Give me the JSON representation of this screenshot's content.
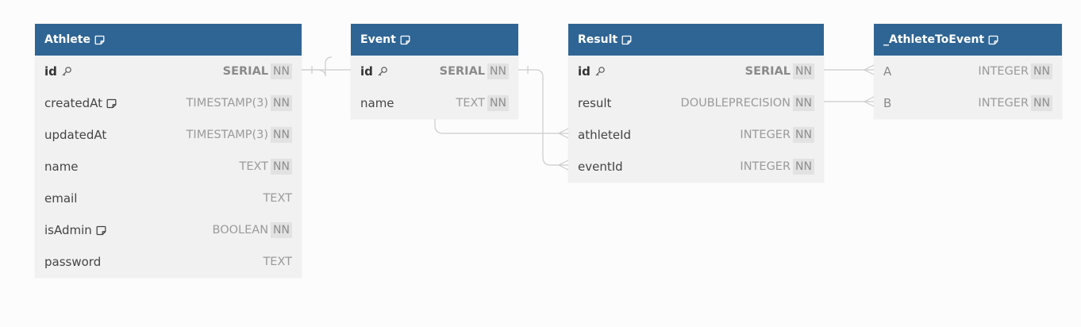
{
  "tables": {
    "athlete": {
      "title": "Athlete",
      "columns": [
        {
          "name": "id",
          "type": "SERIAL",
          "nn": "NN"
        },
        {
          "name": "createdAt",
          "type": "TIMESTAMP(3)",
          "nn": "NN"
        },
        {
          "name": "updatedAt",
          "type": "TIMESTAMP(3)",
          "nn": "NN"
        },
        {
          "name": "name",
          "type": "TEXT",
          "nn": "NN"
        },
        {
          "name": "email",
          "type": "TEXT"
        },
        {
          "name": "isAdmin",
          "type": "BOOLEAN",
          "nn": "NN"
        },
        {
          "name": "password",
          "type": "TEXT"
        }
      ]
    },
    "event": {
      "title": "Event",
      "columns": [
        {
          "name": "id",
          "type": "SERIAL",
          "nn": "NN"
        },
        {
          "name": "name",
          "type": "TEXT",
          "nn": "NN"
        }
      ]
    },
    "result": {
      "title": "Result",
      "columns": [
        {
          "name": "id",
          "type": "SERIAL",
          "nn": "NN"
        },
        {
          "name": "result",
          "type": "DOUBLEPRECISION",
          "nn": "NN"
        },
        {
          "name": "athleteId",
          "type": "INTEGER",
          "nn": "NN"
        },
        {
          "name": "eventId",
          "type": "INTEGER",
          "nn": "NN"
        }
      ]
    },
    "athlete_to_event": {
      "title": "_AthleteToEvent",
      "columns": [
        {
          "name": "A",
          "type": "INTEGER",
          "nn": "NN"
        },
        {
          "name": "B",
          "type": "INTEGER",
          "nn": "NN"
        }
      ]
    }
  },
  "colors": {
    "header": "#2f6594",
    "table_bg": "#f1f1f1",
    "connector": "#cccccc"
  },
  "icons": {
    "note": "note-icon",
    "key": "key-icon"
  }
}
